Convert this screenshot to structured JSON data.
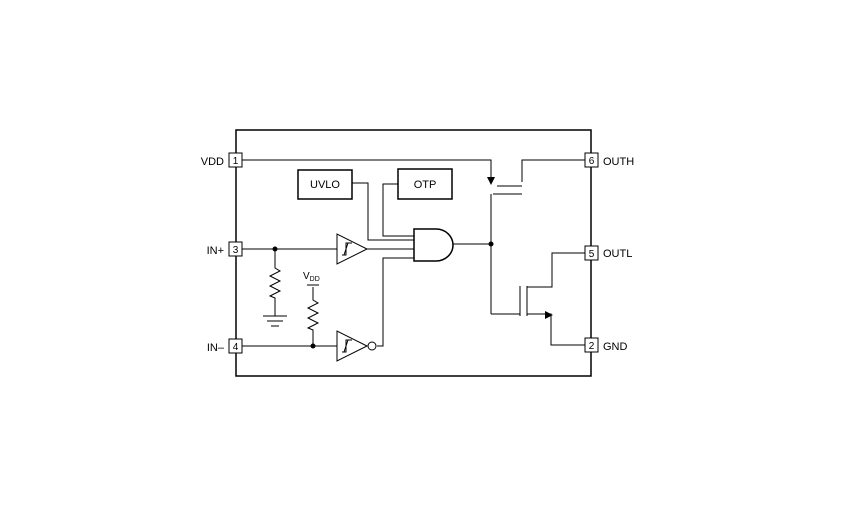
{
  "pins": {
    "vdd": {
      "label": "VDD",
      "num": "1"
    },
    "in_plus": {
      "label": "IN+",
      "num": "3"
    },
    "in_minus": {
      "label": "IN–",
      "num": "4"
    },
    "outh": {
      "label": "OUTH",
      "num": "6"
    },
    "outl": {
      "label": "OUTL",
      "num": "5"
    },
    "gnd": {
      "label": "GND",
      "num": "2"
    }
  },
  "blocks": {
    "uvlo": "UVLO",
    "otp": "OTP"
  },
  "supply": {
    "main": "V",
    "sub": "DD"
  }
}
